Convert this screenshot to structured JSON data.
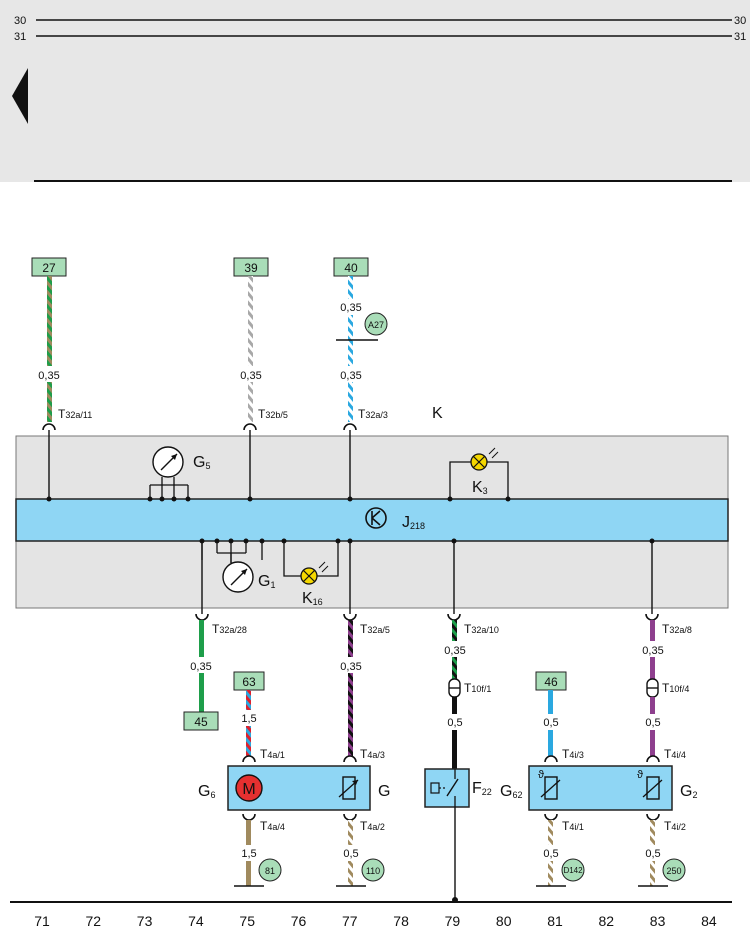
{
  "page": {
    "rail_top": "30",
    "rail_bottom": "31",
    "component_K": "K",
    "component_J218": {
      "main": "J",
      "sub": "218"
    },
    "component_G5": {
      "main": "G",
      "sub": "5"
    },
    "component_G1": {
      "main": "G",
      "sub": "1"
    },
    "component_K3": {
      "main": "K",
      "sub": "3"
    },
    "component_K16": {
      "main": "K",
      "sub": "16"
    },
    "component_G6": {
      "main": "G",
      "sub": "6"
    },
    "component_G": "G",
    "component_F22": {
      "main": "F",
      "sub": "22"
    },
    "component_G62": {
      "main": "G",
      "sub": "62"
    },
    "component_G2": {
      "main": "G",
      "sub": "2"
    },
    "motor_letter": "M",
    "theta": "ϑ"
  },
  "boxes": {
    "b27": "27",
    "b39": "39",
    "b40": "40",
    "b45": "45",
    "b63": "63",
    "b46": "46"
  },
  "circles": {
    "c_a27": "A27",
    "c_81": "81",
    "c_110": "110",
    "c_d142": "D142",
    "c_250": "250"
  },
  "wire_sizes": {
    "w71": "0,35",
    "w75": "0,35",
    "w77a": "0,35",
    "w77b": "0,35",
    "w74": "0,35",
    "w77c": "0,35",
    "w79a": "0,35",
    "w79b": "0,5",
    "w83a": "0,35",
    "w83b": "0,5",
    "w75m": "1,5",
    "w81": "0,5",
    "w75b": "1,5",
    "w77d": "0,5",
    "w81b": "0,5",
    "w83c": "0,5"
  },
  "connectors": {
    "t1": {
      "main": "T",
      "sub": "32a/11"
    },
    "t2": {
      "main": "T",
      "sub": "32b/5"
    },
    "t3": {
      "main": "T",
      "sub": "32a/3"
    },
    "t4": {
      "main": "T",
      "sub": "32a/28"
    },
    "t5": {
      "main": "T",
      "sub": "32a/5"
    },
    "t6": {
      "main": "T",
      "sub": "32a/10"
    },
    "t7": {
      "main": "T",
      "sub": "32a/8"
    },
    "t8": {
      "main": "T",
      "sub": "10f/1"
    },
    "t9": {
      "main": "T",
      "sub": "10f/4"
    },
    "t10": {
      "main": "T",
      "sub": "4a/1"
    },
    "t11": {
      "main": "T",
      "sub": "4a/3"
    },
    "t12": {
      "main": "T",
      "sub": "4i/3"
    },
    "t13": {
      "main": "T",
      "sub": "4i/4"
    },
    "t14": {
      "main": "T",
      "sub": "4a/4"
    },
    "t15": {
      "main": "T",
      "sub": "4a/2"
    },
    "t16": {
      "main": "T",
      "sub": "4i/1"
    },
    "t17": {
      "main": "T",
      "sub": "4i/2"
    }
  },
  "columns": [
    "71",
    "72",
    "73",
    "74",
    "75",
    "76",
    "77",
    "78",
    "79",
    "80",
    "81",
    "82",
    "83",
    "84"
  ],
  "colors": {
    "band": "#e7e7e7",
    "module": "#e4e4e4",
    "bus": "#8fd6f4",
    "box": "#a9ddb8",
    "green": "#1e9e4a",
    "brown": "#a08a5e",
    "grey": "#a8a8a8",
    "blue": "#2aa8e0",
    "red": "#e0202c",
    "black": "#111111",
    "violet": "#8e3f8e",
    "lamp": "#f5d800",
    "motor": "#e53030"
  }
}
